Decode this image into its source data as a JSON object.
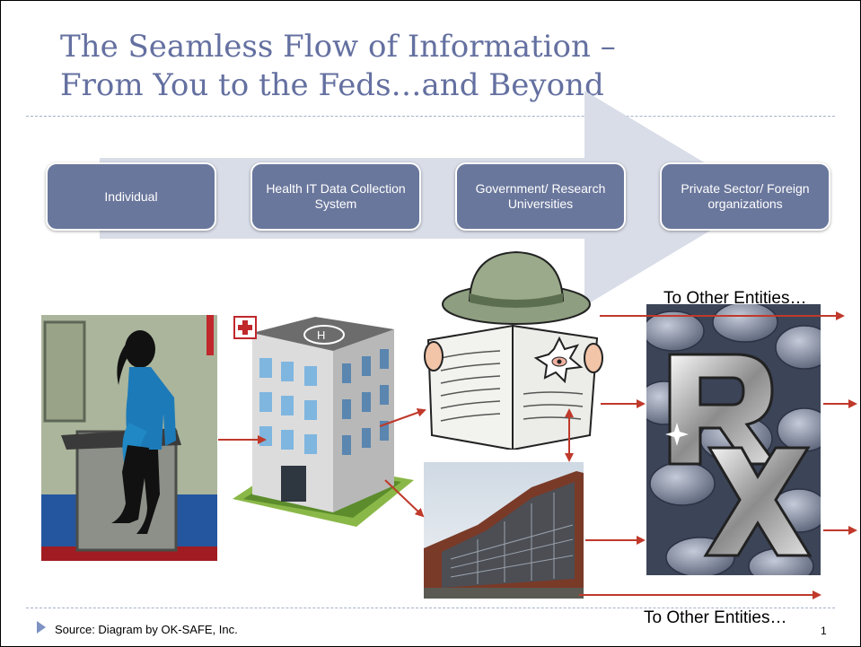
{
  "slide": {
    "title_line1": "The Seamless Flow of Information –",
    "title_line2": "From You to the Feds…and Beyond",
    "stages": [
      "Individual",
      "Health IT Data Collection System",
      "Government/ Research Universities",
      "Private Sector/ Foreign organizations"
    ],
    "to_other_entities_top": "To Other Entities…",
    "to_other_entities_bottom": "To Other Entities…",
    "source": "Source: Diagram by OK-SAFE, Inc.",
    "page_number": "1",
    "colors": {
      "title": "#6470a0",
      "stage_box": "#6a779c",
      "flow_arrow": "#c0392b",
      "big_arrow": "#d9dde8"
    },
    "icons": [
      "patient-silhouette-icon",
      "hospital-building-icon",
      "spy-reading-newspaper-icon",
      "university-building-icon",
      "rx-pharma-icon"
    ]
  }
}
